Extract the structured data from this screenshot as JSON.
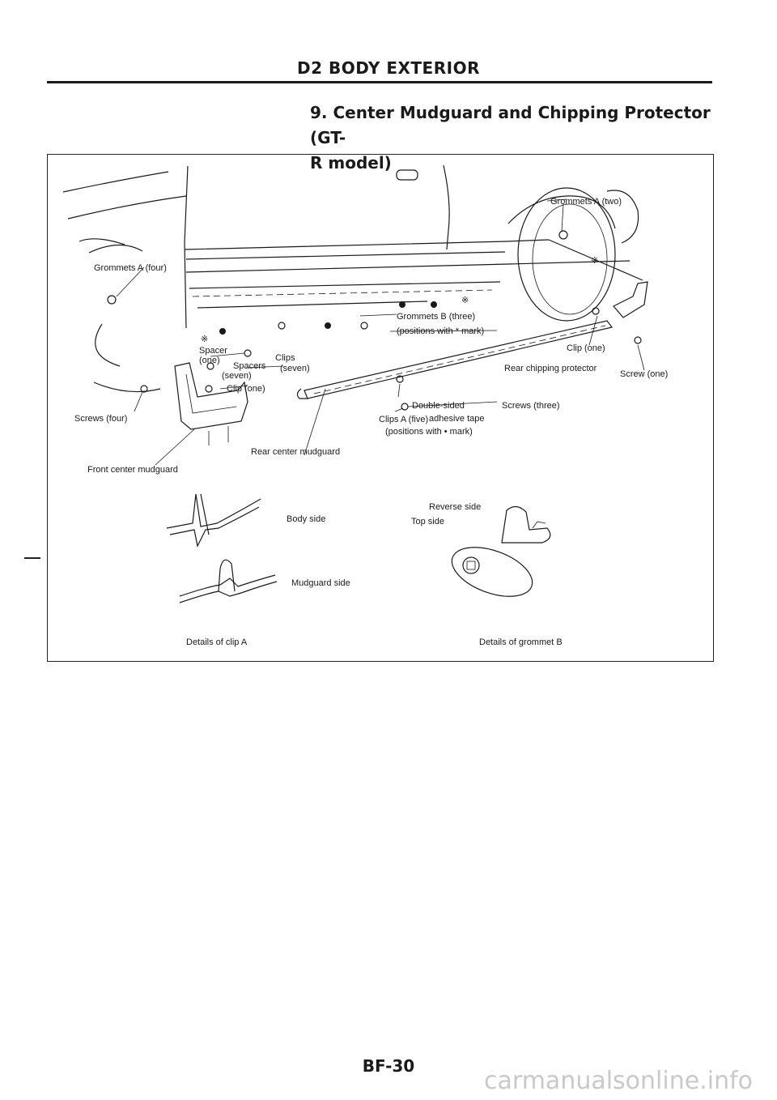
{
  "header": {
    "title": "D2 BODY EXTERIOR"
  },
  "section": {
    "line1": "9. Center Mudguard and Chipping Protector (GT-",
    "line2": "R model)"
  },
  "labels": {
    "grommets_a_two": "Grommets A (two)",
    "grommets_a_four": "Grommets A (four)",
    "asterisk": "※",
    "grommets_b_three": "Grommets B (three)",
    "grommets_b_positions": "(positions with * mark)",
    "spacer": "Spacer",
    "spacer_one": "(one)",
    "clips": "Clips",
    "clips_seven": "(seven)",
    "spacers": "Spacers",
    "spacers_seven": "(seven)",
    "clip_one_left": "Clip (one)",
    "clip_one_right": "Clip (one)",
    "rear_chipping_protector": "Rear chipping protector",
    "screw_one": "Screw (one)",
    "screws_four": "Screws (four)",
    "double_sided": "Double-sided",
    "adhesive_tape": "adhesive tape",
    "screws_three": "Screws (three)",
    "clips_a_five": "Clips A (five)",
    "clips_a_positions": "(positions with • mark)",
    "rear_center_mudguard": "Rear center mudguard",
    "front_center_mudguard": "Front center mudguard",
    "body_side": "Body side",
    "mudguard_side": "Mudguard side",
    "details_clip_a": "Details of clip A",
    "reverse_side": "Reverse side",
    "top_side": "Top side",
    "details_grommet_b": "Details of grommet B"
  },
  "page": {
    "number": "BF-30"
  },
  "watermark": {
    "text": "carmanualsonline.info"
  }
}
